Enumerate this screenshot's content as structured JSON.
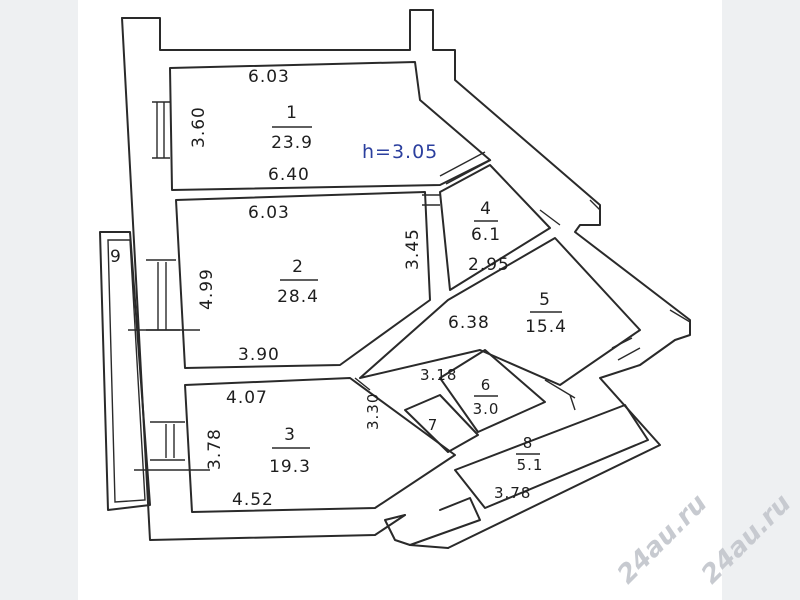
{
  "plan": {
    "ceiling_height": "h=3.05",
    "rooms": [
      {
        "id": "room-1",
        "number": "1",
        "area": "23.9",
        "dims": [
          "6.03",
          "3.60",
          "6.40"
        ]
      },
      {
        "id": "room-2",
        "number": "2",
        "area": "28.4",
        "dims": [
          "6.03",
          "4.99",
          "3.45",
          "3.90"
        ]
      },
      {
        "id": "room-3",
        "number": "3",
        "area": "19.3",
        "dims": [
          "4.07",
          "3.78",
          "3.30",
          "4.52"
        ]
      },
      {
        "id": "room-4",
        "number": "4",
        "area": "6.1",
        "dims": [
          "2.95"
        ]
      },
      {
        "id": "room-5",
        "number": "5",
        "area": "15.4",
        "dims": [
          "6.38"
        ]
      },
      {
        "id": "room-6",
        "number": "6",
        "area": "3.0",
        "dims": [
          "3.18"
        ]
      },
      {
        "id": "room-7",
        "number": "7"
      },
      {
        "id": "room-8",
        "number": "8",
        "area": "5.1",
        "dims": [
          "3.78"
        ]
      },
      {
        "id": "room-9",
        "number": "9"
      }
    ]
  },
  "watermark": [
    "24au.ru",
    "24au.ru"
  ],
  "colors": {
    "ink": "#2a2a2a",
    "height_ink": "#2b3f9e",
    "watermark": "#c7cad0"
  }
}
